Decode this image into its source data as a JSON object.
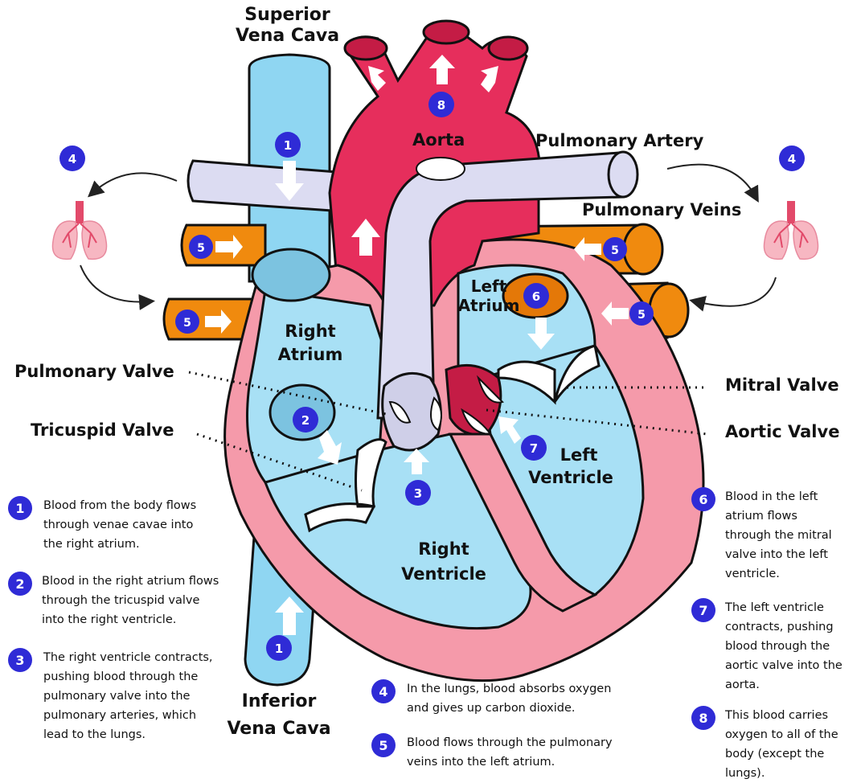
{
  "labels": {
    "superior_vena_cava_1": "Superior",
    "superior_vena_cava_2": "Vena Cava",
    "aorta": "Aorta",
    "pulmonary_artery": "Pulmonary Artery",
    "pulmonary_veins": "Pulmonary Veins",
    "left_atrium_1": "Left",
    "left_atrium_2": "Atrium",
    "right_atrium_1": "Right",
    "right_atrium_2": "Atrium",
    "pulmonary_valve": "Pulmonary Valve",
    "tricuspid_valve": "Tricuspid Valve",
    "mitral_valve": "Mitral Valve",
    "aortic_valve": "Aortic Valve",
    "left_ventricle_1": "Left",
    "left_ventricle_2": "Ventricle",
    "right_ventricle_1": "Right",
    "right_ventricle_2": "Ventricle",
    "inferior_vena_cava_1": "Inferior",
    "inferior_vena_cava_2": "Vena Cava"
  },
  "markers": {
    "m1_top": "1",
    "m1_bottom": "1",
    "m2": "2",
    "m3": "3",
    "m4_left": "4",
    "m4_right": "4",
    "m5_lt": "5",
    "m5_lb": "5",
    "m5_rt": "5",
    "m5_rb": "5",
    "m6": "6",
    "m7": "7",
    "m8": "8"
  },
  "legend": {
    "step1": {
      "num": "1",
      "lines": [
        "Blood from the body flows",
        "through venae cavae into",
        "the right atrium."
      ]
    },
    "step2": {
      "num": "2",
      "lines": [
        "Blood in the right atrium flows",
        "through the tricuspid valve",
        "into the right ventricle."
      ]
    },
    "step3": {
      "num": "3",
      "lines": [
        "The right ventricle contracts,",
        "pushing blood through the",
        "pulmonary valve into the",
        "pulmonary arteries, which",
        "lead to the lungs."
      ]
    },
    "step4": {
      "num": "4",
      "lines": [
        "In the lungs, blood absorbs oxygen",
        "and gives up carbon dioxide."
      ]
    },
    "step5": {
      "num": "5",
      "lines": [
        "Blood flows through the pulmonary",
        "veins into the left atrium."
      ]
    },
    "step6": {
      "num": "6",
      "lines": [
        "Blood in the left",
        "atrium flows",
        "through the mitral",
        "valve into the left",
        "ventricle."
      ]
    },
    "step7": {
      "num": "7",
      "lines": [
        "The left ventricle",
        "contracts, pushing",
        "blood through the",
        "aortic valve into the",
        "aorta."
      ]
    },
    "step8": {
      "num": "8",
      "lines": [
        "This blood carries",
        "oxygen to all of the",
        "body (except the",
        "lungs)."
      ]
    }
  },
  "icons": {
    "lungs_left": "lungs-icon",
    "lungs_right": "lungs-icon"
  },
  "colors": {
    "vena_cava": "#8fd6f2",
    "aorta": "#e62e5c",
    "pulmonary_artery": "#dcdcf2",
    "pulmonary_veins": "#f08a0e",
    "chamber": "#a8e0f5",
    "heart_muscle": "#f59aaa",
    "badge": "#2f2bd6"
  }
}
